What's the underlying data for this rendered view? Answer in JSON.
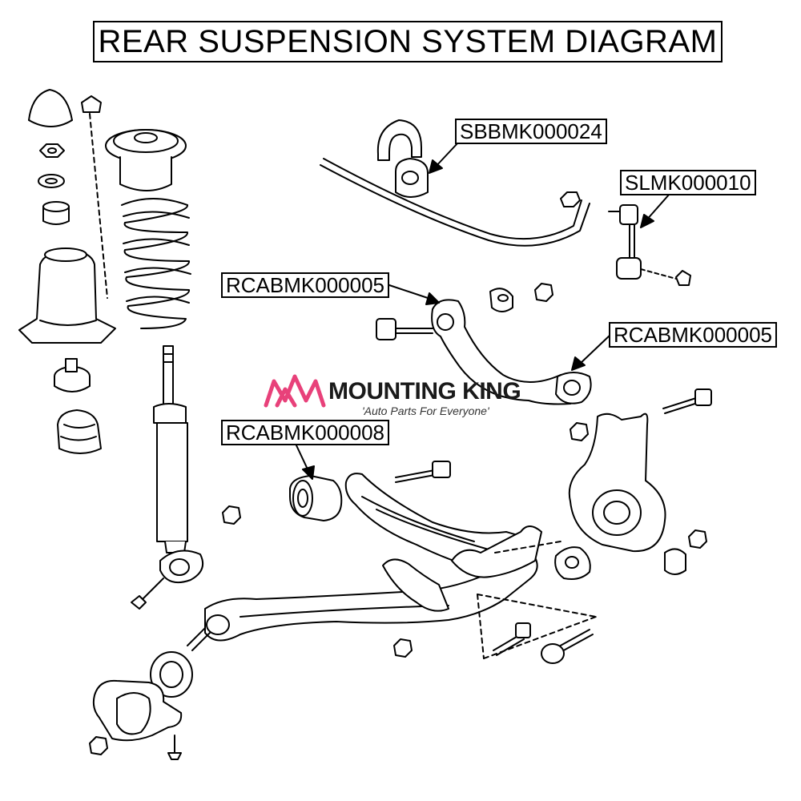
{
  "title": "REAR SUSPENSION SYSTEM DIAGRAM",
  "callouts": [
    {
      "id": "c1",
      "label": "SBBMK000024"
    },
    {
      "id": "c2",
      "label": "SLMK000010"
    },
    {
      "id": "c3",
      "label": "RCABMK000005"
    },
    {
      "id": "c4",
      "label": "RCABMK000005"
    },
    {
      "id": "c5",
      "label": "RCABMK000008"
    }
  ],
  "watermark": {
    "brand": "MOUNTING KING",
    "tagline": "'Auto Parts For Everyone'",
    "color": "#e8417a"
  }
}
